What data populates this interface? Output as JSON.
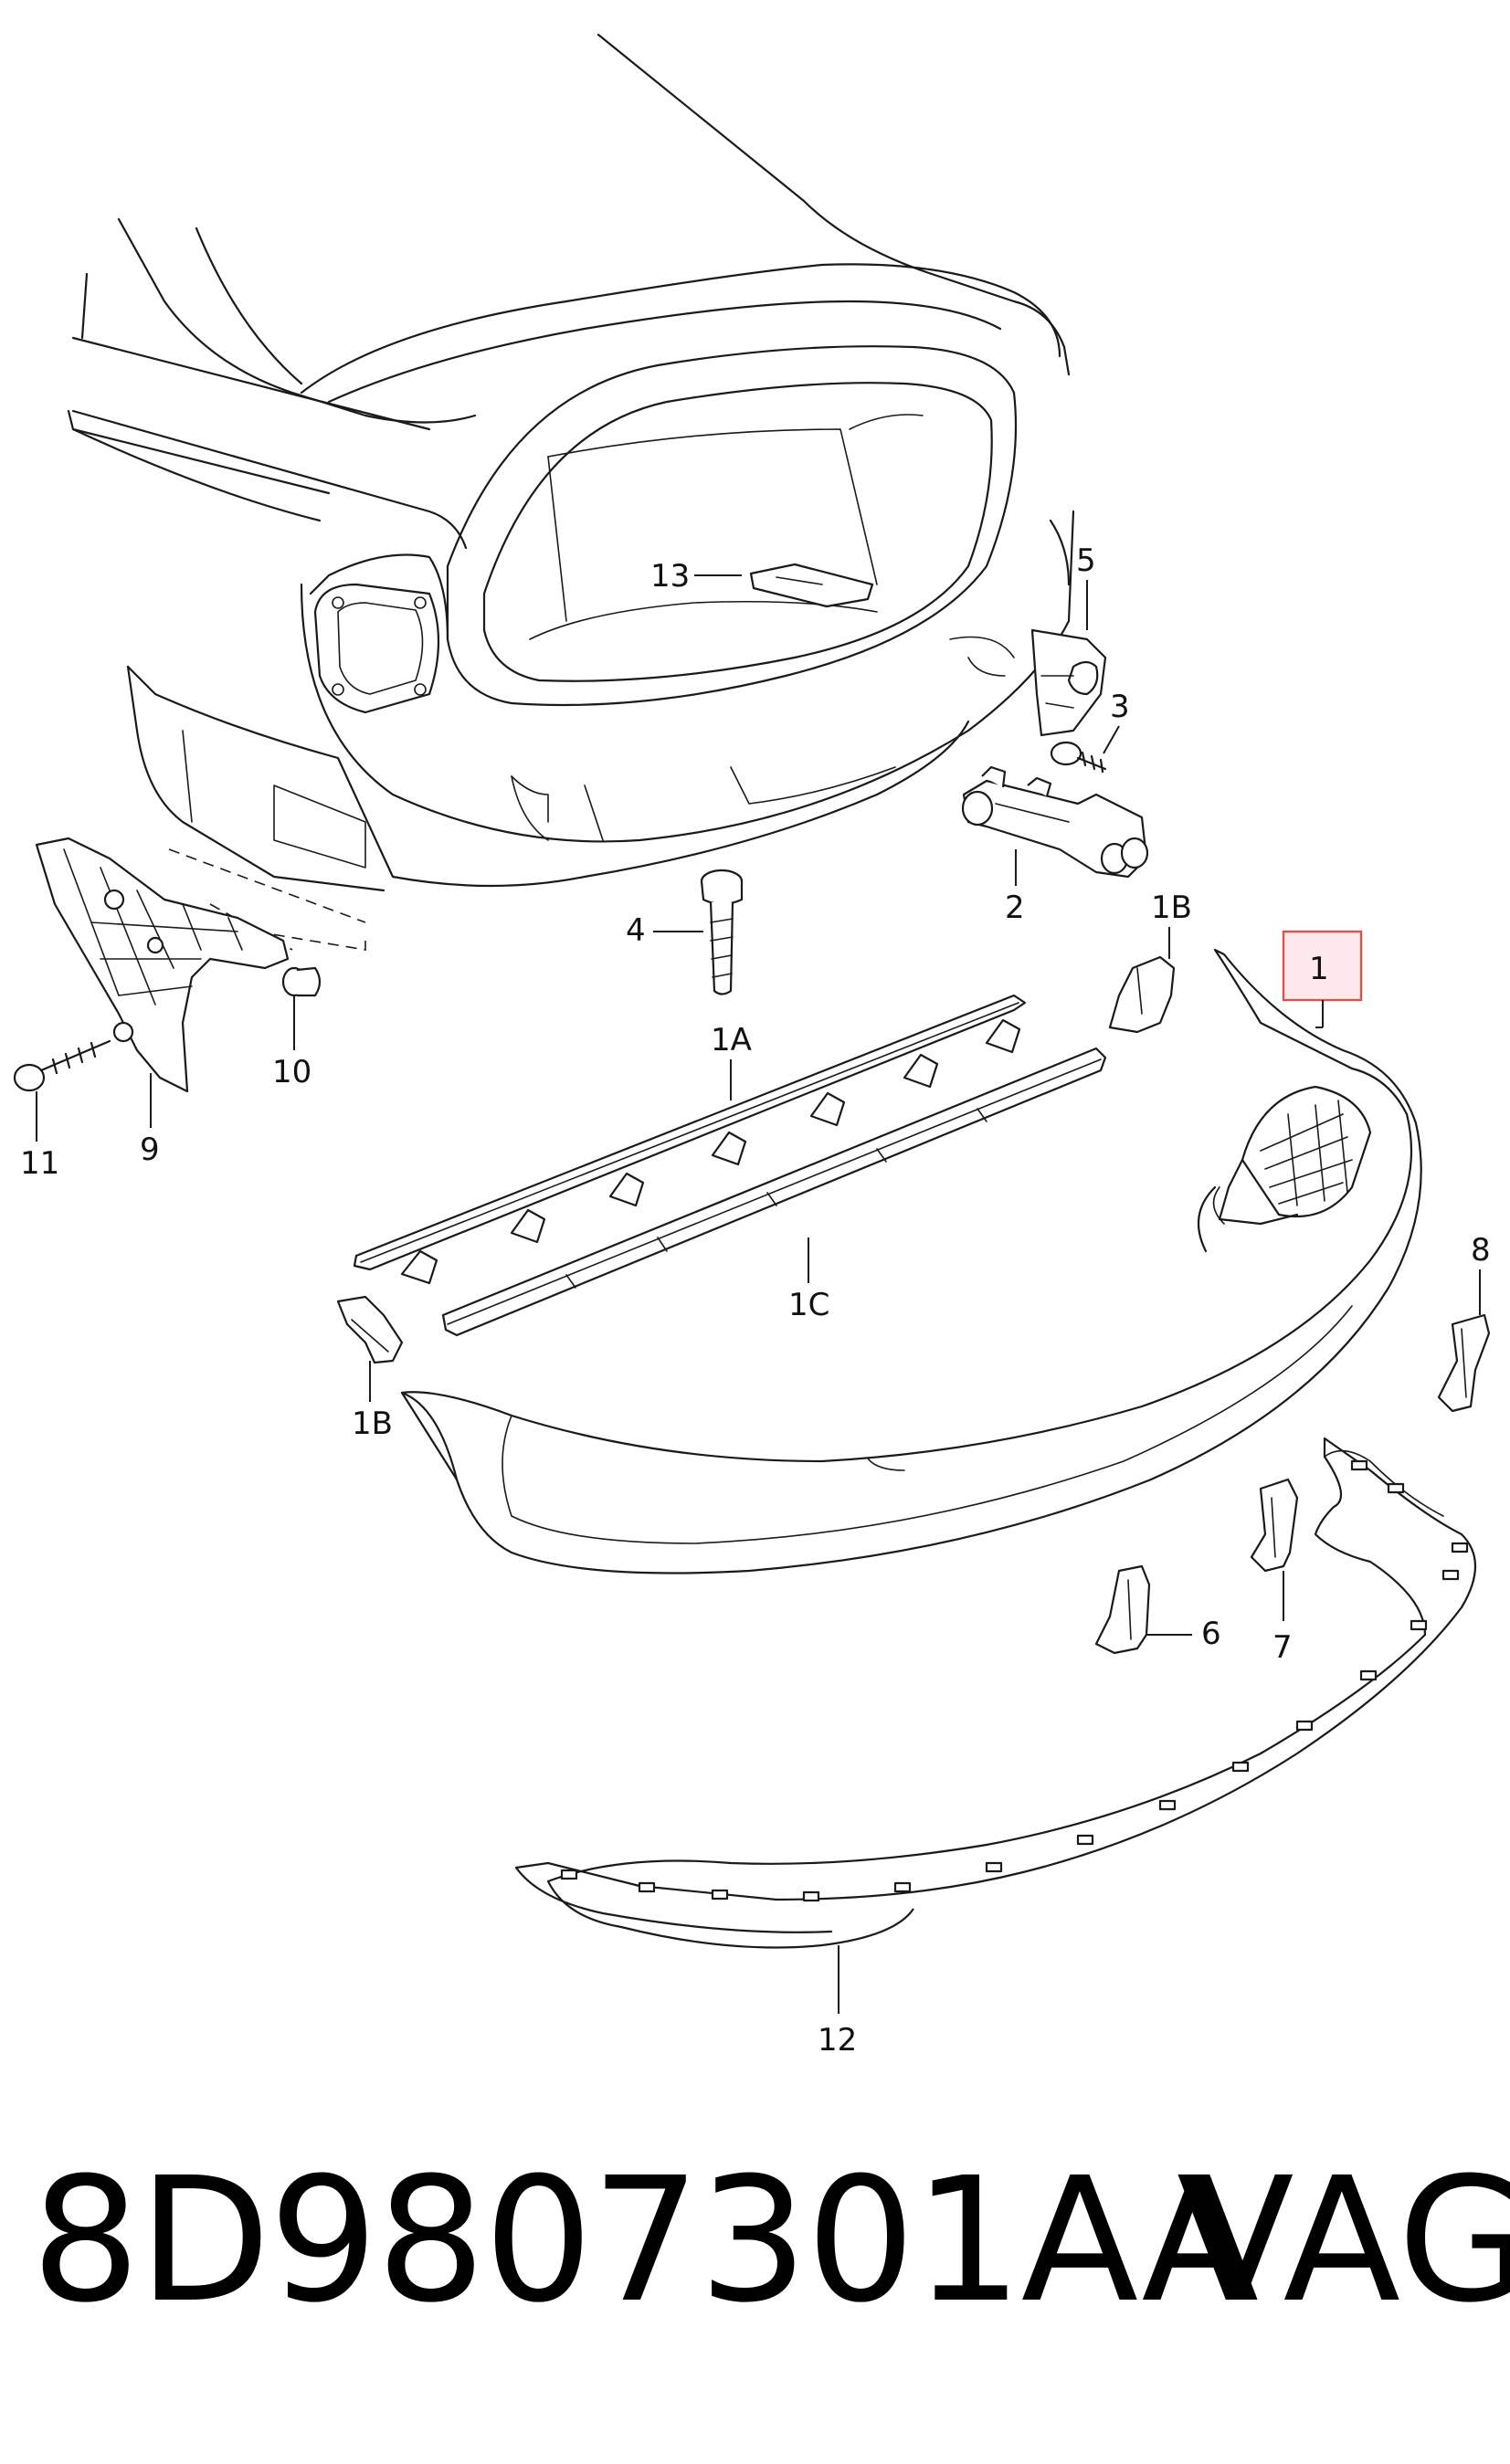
{
  "callouts": {
    "c1": "1",
    "c1a": "1A",
    "c1b_top": "1B",
    "c1b_left": "1B",
    "c1c": "1C",
    "c2": "2",
    "c3": "3",
    "c4": "4",
    "c5": "5",
    "c6": "6",
    "c7": "7",
    "c8": "8",
    "c9": "9",
    "c10": "10",
    "c11": "11",
    "c12": "12",
    "c13": "13"
  },
  "highlight": {
    "part": "1",
    "color": "#d9534f",
    "fill": "#fde8ec"
  },
  "footer": {
    "part_number": "8D9807301AA",
    "brand": "VAG"
  }
}
